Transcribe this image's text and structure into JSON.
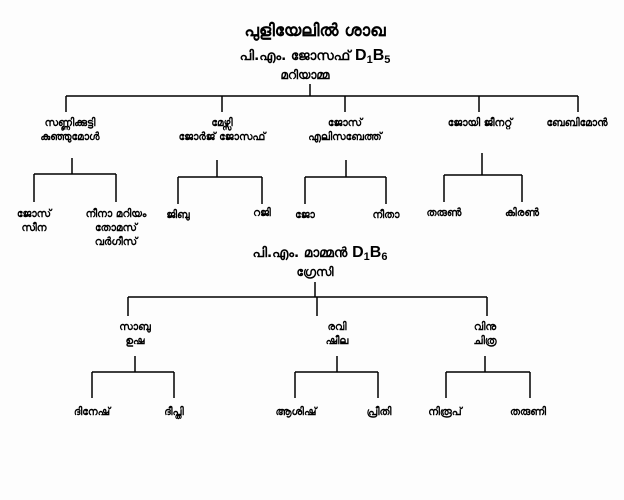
{
  "tree_title": "പുളിയേലിൽ ശാഖ",
  "family1": {
    "head_name": "പി.എം. ജോസഫ്",
    "head_code": "D",
    "head_code_sub1": "1",
    "head_code_mid": "B",
    "head_code_sub2": "5",
    "spouse": "മറിയാമ്മ",
    "children": [
      {
        "line1": "സണ്ണിക്കുട്ടി",
        "line2": "കുഞ്ഞുമോൾ",
        "kids": [
          {
            "line1": "ജോസ്",
            "line2": "സീന"
          },
          {
            "line1": "നീനാ മറിയം",
            "line2": "തോമസ്",
            "line3": "വർഗീസ്"
          }
        ]
      },
      {
        "line1": "മേഴ്സി",
        "line2": "ജോർജ് ജോസഫ്",
        "kids": [
          {
            "line1": "ജിബു"
          },
          {
            "line1": "റജി"
          }
        ]
      },
      {
        "line1": "ജോസ്",
        "line2": "എലിസബേത്ത്",
        "kids": [
          {
            "line1": "ജോ"
          },
          {
            "line1": "നീതാ"
          }
        ]
      },
      {
        "line1": "ജോയി ജീനറ്റ്",
        "kids": [
          {
            "line1": "തരുൺ"
          },
          {
            "line1": "കിരൺ"
          }
        ]
      },
      {
        "line1": "ബേബിമോൻ"
      }
    ]
  },
  "family2": {
    "head_name": "പി.എം. മാമ്മൻ",
    "head_code": "D",
    "head_code_sub1": "1",
    "head_code_mid": "B",
    "head_code_sub2": "6",
    "spouse": "ഗ്രേസി",
    "children": [
      {
        "line1": "സാബു",
        "line2": "ഉഷ",
        "kids": [
          {
            "line1": "ദിനേഷ്"
          },
          {
            "line1": "ദീപ്തി"
          }
        ]
      },
      {
        "line1": "രവി",
        "line2": "ഷീല",
        "kids": [
          {
            "line1": "ആശിഷ്"
          },
          {
            "line1": "പ്രീതി"
          }
        ]
      },
      {
        "line1": "വിനു",
        "line2": "ചിത്ര",
        "kids": [
          {
            "line1": "നിരൂപ്"
          },
          {
            "line1": "തരുണി"
          }
        ]
      }
    ]
  }
}
